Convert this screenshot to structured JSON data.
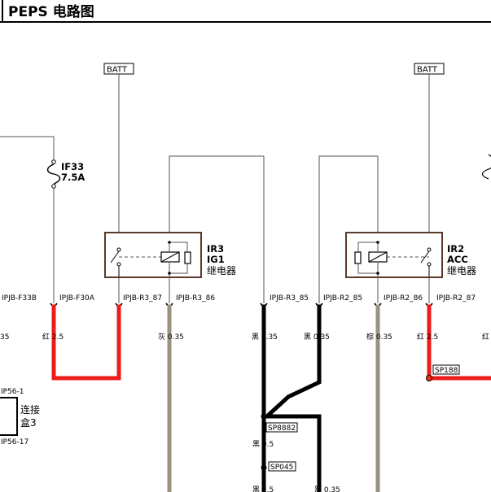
{
  "title": "PEPS 电路图",
  "power": {
    "left": "BATT",
    "right": "BATT"
  },
  "fuse": {
    "name": "IF33",
    "rating": "7.5A"
  },
  "relays": {
    "ir3": {
      "name": "IR3",
      "type": "IG1",
      "desc": "继电器"
    },
    "ir2": {
      "name": "IR2",
      "type": "ACC",
      "desc": "继电器"
    }
  },
  "connectors": {
    "f33b": "IPJB-F33B",
    "f30a": "IPJB-F30A",
    "r3_87": "IPJB-R3_87",
    "r3_86": "IPJB-R3_86",
    "r3_85": "IPJB-R3_85",
    "r2_85": "IPJB-R2_85",
    "r2_86": "IPJB-R2_86",
    "r2_87": "IPJB-R2_87"
  },
  "wires": {
    "left_edge": "35",
    "f30a": "红 2.5",
    "r3_86": "灰 0.35",
    "r3_85": "黑 0.35",
    "r2_85": "黑 0.35",
    "r2_86": "棕 0.35",
    "r2_87": "红 2.5",
    "right_edge": "红",
    "splice_out": "黑 0.5",
    "bottom_left": "黑 2.5",
    "bottom_right": "黑 0.35"
  },
  "splices": {
    "sp188": "SP188",
    "sp8882": "SP8882",
    "sp045": "SP045"
  },
  "box": {
    "top_pin": "IP56-1",
    "bottom_pin": "IP56-17",
    "label1": "连接",
    "label2": "盒3"
  }
}
